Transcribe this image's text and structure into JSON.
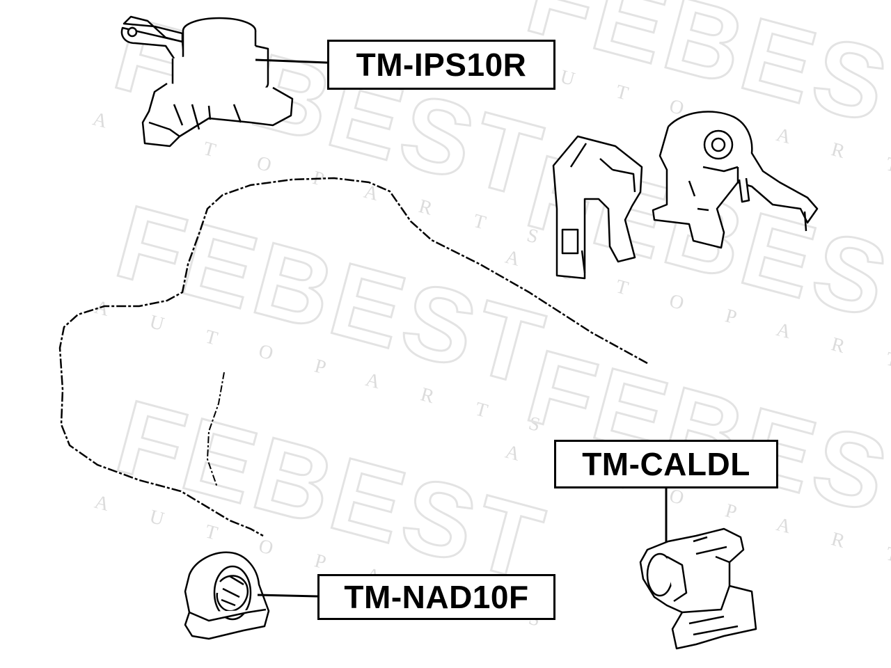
{
  "watermark": {
    "brand": "FEBEST",
    "tagline": "A U T O   P A R T S",
    "color": "#e6e6e6"
  },
  "parts": [
    {
      "id": "ips",
      "label": "TM-IPS10R"
    },
    {
      "id": "cal",
      "label": "TM-CALDL"
    },
    {
      "id": "nad",
      "label": "TM-NAD10F"
    }
  ],
  "colors": {
    "line": "#000000",
    "fill": "#ffffff"
  }
}
